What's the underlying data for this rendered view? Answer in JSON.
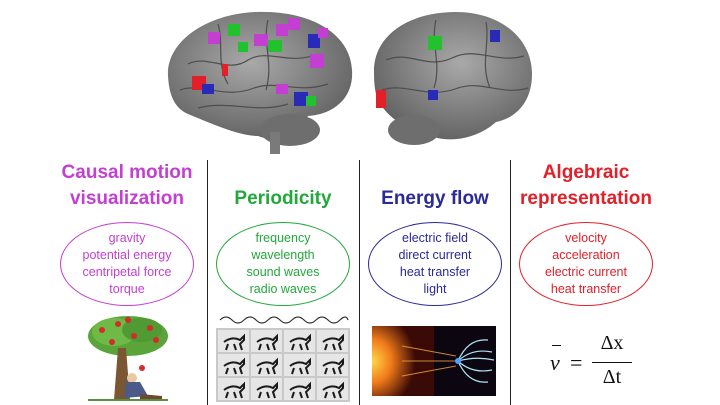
{
  "columns": [
    {
      "title_line1": "Causal motion",
      "title_line2": "visualization",
      "color": "#c23fd1",
      "items": [
        "gravity",
        "potential energy",
        "centripetal force",
        "torque"
      ],
      "image": "apple-tree-newton-illustration"
    },
    {
      "title_line1": "Periodicity",
      "color": "#22a83a",
      "items": [
        "frequency",
        "wavelength",
        "sound waves",
        "radio waves"
      ],
      "image": "galloping-horse-sequence"
    },
    {
      "title_line1": "Energy flow",
      "color": "#2a2a9a",
      "items": [
        "electric field",
        "direct current",
        "heat transfer",
        "light"
      ],
      "image": "sun-magnetosphere"
    },
    {
      "title_line1": "Algebraic",
      "title_line2": "representation",
      "color": "#e1202a",
      "items": [
        "velocity",
        "acceleration",
        "electric current",
        "heat transfer"
      ],
      "image": "velocity-equation"
    }
  ],
  "equation": {
    "lhs": "v",
    "equals": "=",
    "numerator": "Δx",
    "denominator": "Δt"
  },
  "brain_colors": {
    "tissue": "#8a8a8a",
    "highlight_purple": "#c23fd1",
    "highlight_green": "#22c12e",
    "highlight_blue": "#2a2ab8",
    "highlight_red": "#e1202a"
  }
}
